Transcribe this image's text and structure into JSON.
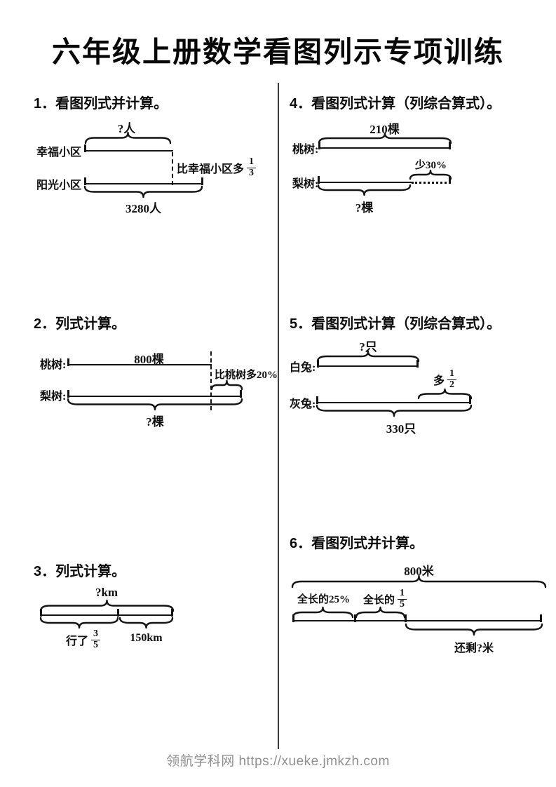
{
  "page": {
    "title": "六年级上册数学看图列示专项训练",
    "footer": "领航学科网 https://xueke.jmkzh.com"
  },
  "problems": {
    "p1": {
      "heading": "1．看图列式并计算。",
      "top_label": "?人",
      "row1_label": "幸福小区",
      "row2_label": "阳光小区",
      "right_prefix": "比幸福小区多",
      "right_frac_num": "1",
      "right_frac_den": "3",
      "bottom_label": "3280人"
    },
    "p2": {
      "heading": "2．列式计算。",
      "row1_value": "800棵",
      "row1_label": "桃树:",
      "row2_label": "梨树:",
      "extra_label": "比桃树多20%",
      "bottom_label": "?棵"
    },
    "p3": {
      "heading": "3．列式计算。",
      "top_label": "?km",
      "left_prefix": "行了",
      "left_frac_num": "3",
      "left_frac_den": "5",
      "right_label": "150km"
    },
    "p4": {
      "heading": "4．看图列式计算（列综合算式）。",
      "top_label": "210棵",
      "row1_label": "桃树:",
      "row2_label": "梨树:",
      "extra_label": "少30%",
      "bottom_label": "?棵"
    },
    "p5": {
      "heading": "5．看图列式计算（列综合算式）。",
      "top_label": "?只",
      "row1_label": "白兔:",
      "row2_label": "灰兔:",
      "extra_prefix": "多",
      "extra_frac_num": "1",
      "extra_frac_den": "2",
      "bottom_label": "330只"
    },
    "p6": {
      "heading": "6．看图列式并计算。",
      "top_label": "800米",
      "seg1_label": "全长的25%",
      "seg2_prefix": "全长的",
      "seg2_frac_num": "1",
      "seg2_frac_den": "5",
      "bottom_label": "还剩?米"
    }
  }
}
